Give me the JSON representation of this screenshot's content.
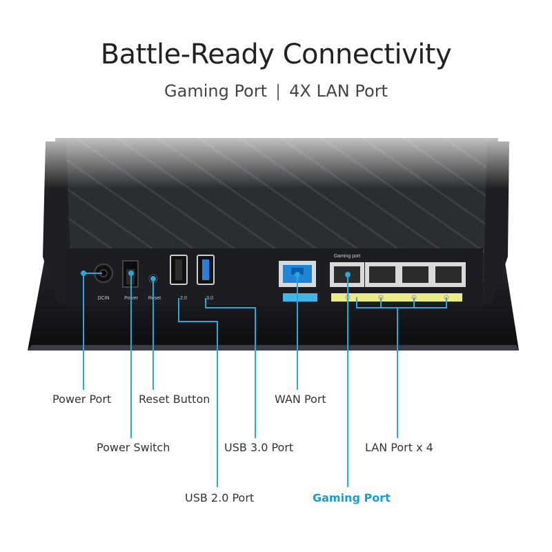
{
  "header": {
    "title": "Battle-Ready Connectivity",
    "subtitle_left": "Gaming Port",
    "subtitle_sep": "|",
    "subtitle_right": "4X LAN Port"
  },
  "device": {
    "port_labels": {
      "dcin": "DCIN",
      "power": "Power",
      "reset": "Reset",
      "usb2": "2.0",
      "usb3": "3.0",
      "gaming_port_mark": "Gaming port"
    }
  },
  "callouts": {
    "power_port": "Power Port",
    "reset_button": "Reset Button",
    "wan_port": "WAN Port",
    "power_switch": "Power Switch",
    "usb3_port": "USB 3.0 Port",
    "lan_port": "LAN Port x 4",
    "usb2_port": "USB 2.0 Port",
    "gaming_port": "Gaming Port"
  },
  "colors": {
    "accent": "#1a9bd7",
    "callout_line": "#29a8dd",
    "lan_strip": "#ecec86",
    "wan_strip": "#3fb6e6",
    "wan_jack": "#1f86d6",
    "usb3_blue": "#2a7fd8",
    "device_body": "#1c1e21"
  }
}
